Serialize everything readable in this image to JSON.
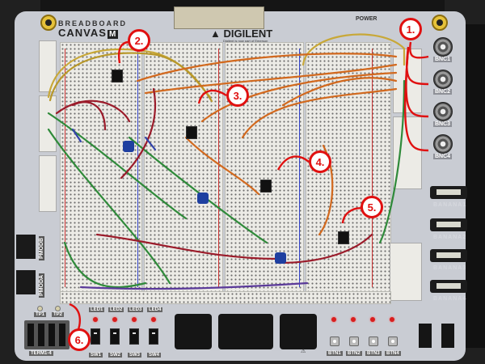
{
  "board": {
    "brand_line1": "BREADBOARD",
    "brand_line2": "CANVAS",
    "brand_badge": "M",
    "maker": "DIGILENT",
    "maker_sub": "Digilent is now part of Emerson",
    "power_label": "POWER"
  },
  "bnc": [
    {
      "label": "BNC1"
    },
    {
      "label": "BNC2"
    },
    {
      "label": "BNC3"
    },
    {
      "label": "BNC4"
    }
  ],
  "banana": [
    {
      "label": "BANANA1"
    },
    {
      "label": "BANANA2"
    },
    {
      "label": "BANANA3"
    },
    {
      "label": "BANANA4"
    }
  ],
  "pmod": [
    {
      "label": "PMODB"
    },
    {
      "label": "PMODA"
    }
  ],
  "test_points": [
    {
      "label": "TP1"
    },
    {
      "label": "TP2"
    }
  ],
  "terminal": {
    "label": "TERM1-4"
  },
  "leds": [
    {
      "label": "LED1"
    },
    {
      "label": "LED2"
    },
    {
      "label": "LED3"
    },
    {
      "label": "LED4"
    }
  ],
  "switches": [
    {
      "label": "SW1"
    },
    {
      "label": "SW2"
    },
    {
      "label": "SW3"
    },
    {
      "label": "SW4"
    }
  ],
  "buttons": [
    {
      "label": "BTN1"
    },
    {
      "label": "BTN2"
    },
    {
      "label": "BTN3"
    },
    {
      "label": "BTN4"
    }
  ],
  "callouts": [
    {
      "label": "1."
    },
    {
      "label": "2."
    },
    {
      "label": "3."
    },
    {
      "label": "4."
    },
    {
      "label": "5."
    },
    {
      "label": "6."
    }
  ],
  "colors": {
    "callout": "#e01010",
    "board": "#c9ccd3",
    "wire_orange": "#d2691e",
    "wire_green": "#2f8a3a",
    "wire_red": "#9b1b2a",
    "wire_yellow": "#c8a838",
    "wire_purple": "#5b3a9a",
    "pot_blue": "#1e3fa0"
  }
}
